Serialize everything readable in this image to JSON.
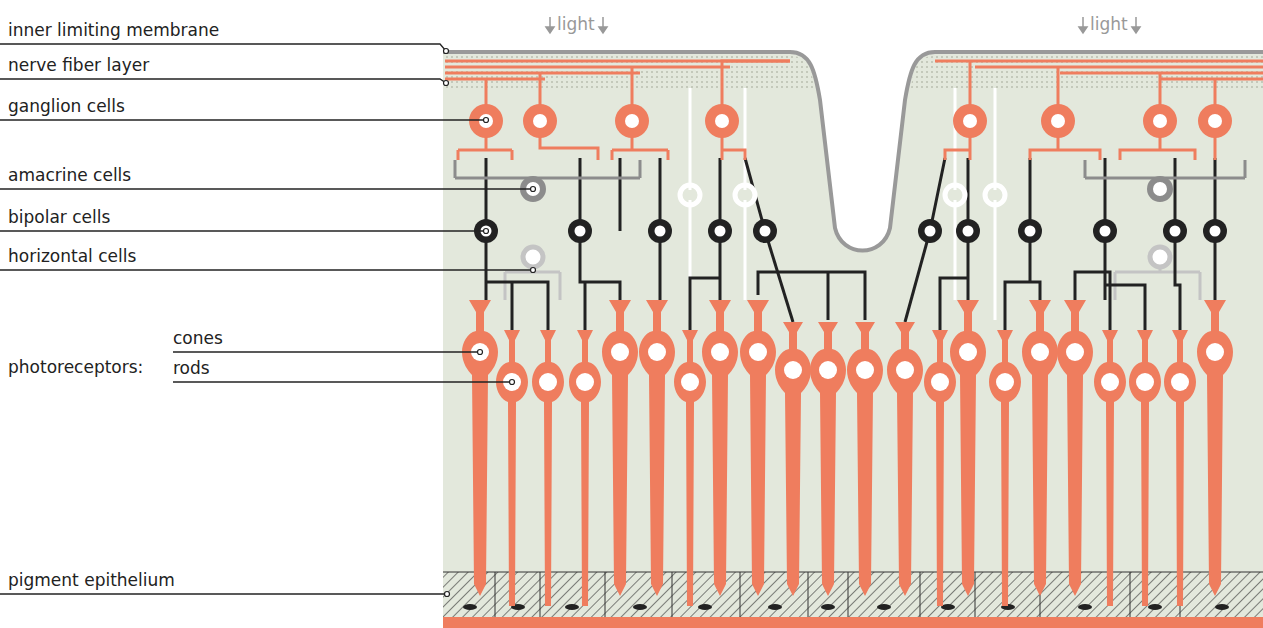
{
  "diagram": {
    "labels": [
      "light",
      "light",
      "inner limiting membrane",
      "nerve fiber layer",
      "ganglion cells",
      "amacrine cells",
      "bipolar cells",
      "horizontal cells",
      "photoreceptors:",
      "cones",
      "rods",
      "pigment epithelium"
    ]
  }
}
